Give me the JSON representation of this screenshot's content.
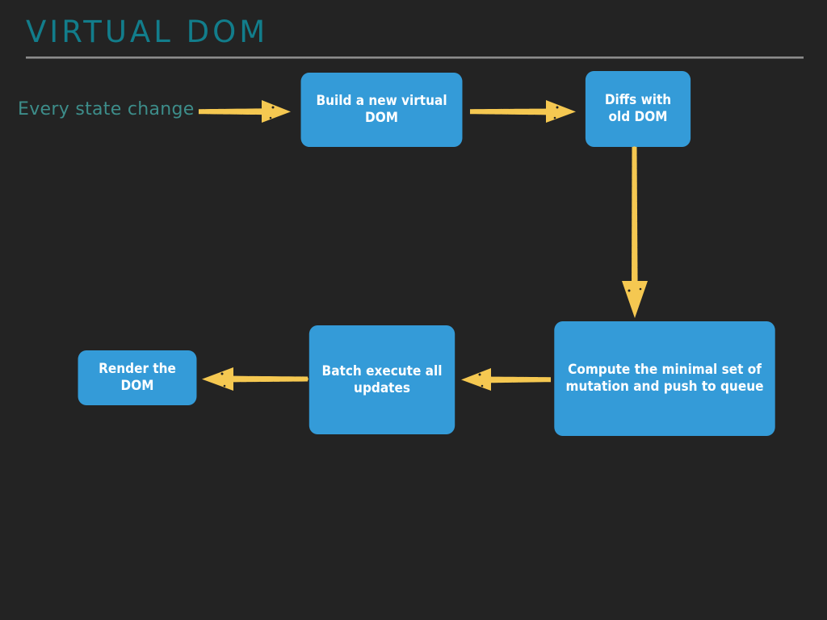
{
  "slide": {
    "title": "VIRTUAL DOM",
    "background_color": "#232323",
    "accent_teal": "#127d8b",
    "label_teal": "#3d8d8a",
    "node_blue": "#349bd8",
    "arrow_gold": "#f5c851",
    "rule_color": "#8d8d8d"
  },
  "diagram": {
    "type": "flowchart",
    "entry_label": "Every state change",
    "nodes": [
      {
        "id": "build",
        "label": "Build a new virtual DOM"
      },
      {
        "id": "diff",
        "label": "Diffs with old DOM"
      },
      {
        "id": "compute",
        "label": "Compute the minimal set of mutation and push to queue"
      },
      {
        "id": "batch",
        "label": "Batch execute all updates"
      },
      {
        "id": "render",
        "label": "Render the DOM"
      }
    ],
    "edges": [
      {
        "from": "entry-label",
        "to": "build",
        "direction": "right"
      },
      {
        "from": "build",
        "to": "diff",
        "direction": "right"
      },
      {
        "from": "diff",
        "to": "compute",
        "direction": "down"
      },
      {
        "from": "compute",
        "to": "batch",
        "direction": "left"
      },
      {
        "from": "batch",
        "to": "render",
        "direction": "left"
      }
    ]
  }
}
